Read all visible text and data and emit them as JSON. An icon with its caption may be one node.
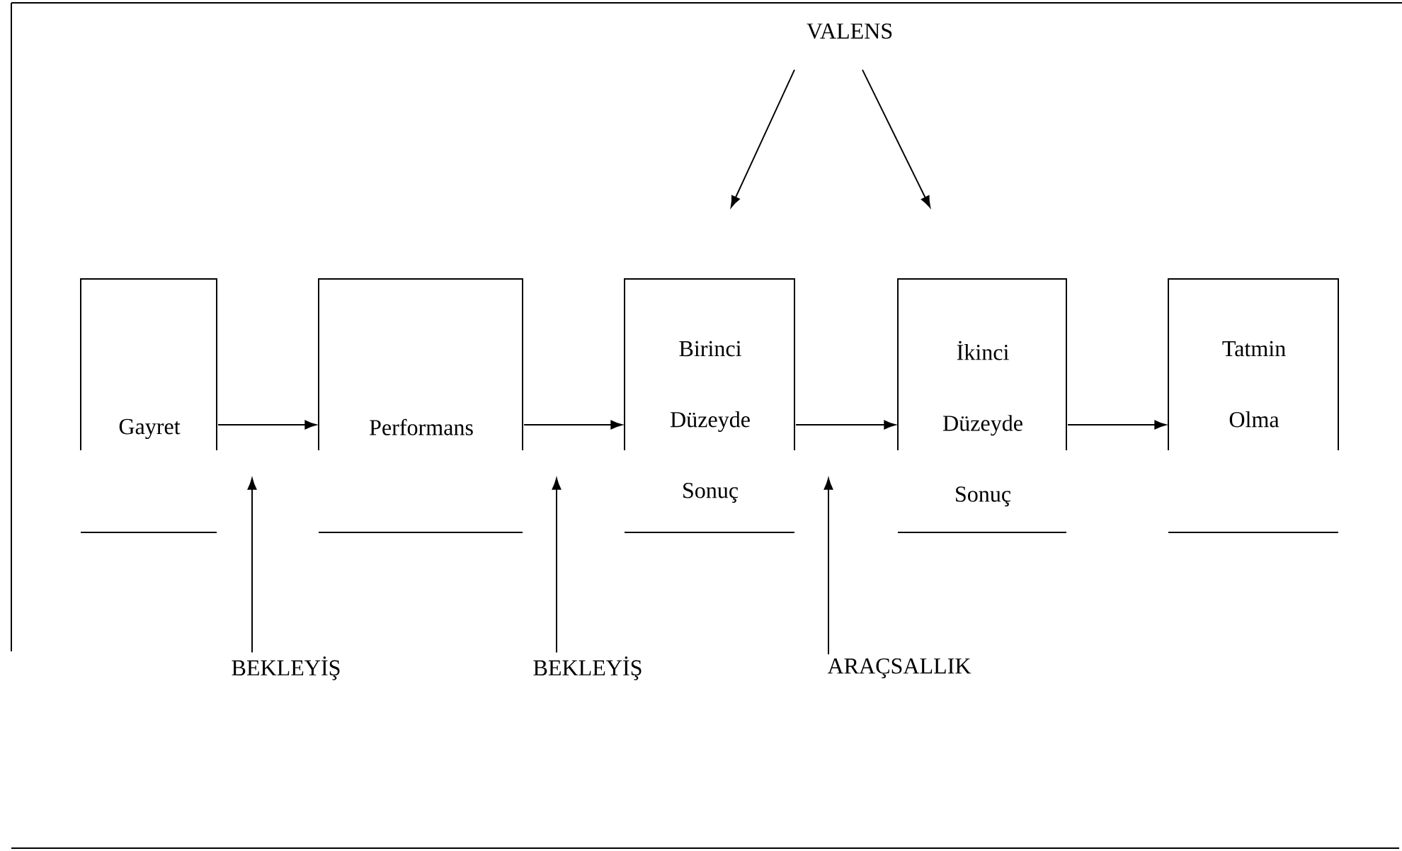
{
  "diagram": {
    "nodes": [
      {
        "text": [
          "Gayret"
        ]
      },
      {
        "text": [
          "Performans"
        ]
      },
      {
        "text": [
          "Birinci Düzeyde Sonuç"
        ]
      },
      {
        "text": [
          "İkinci Düzeyde Sonuç"
        ]
      },
      {
        "text": [
          "Tatmin Olma"
        ]
      },
      {
        "text": [
          "VALENS"
        ]
      },
      {
        "text": [
          "BEKLEYİŞ"
        ]
      },
      {
        "text": [
          "BEKLEYİŞ"
        ]
      },
      {
        "text": [
          "ARAÇSALLIK"
        ]
      }
    ],
    "edges": [
      {
        "from": 0,
        "to": 1,
        "arrow": "to"
      },
      {
        "from": 1,
        "to": 2,
        "arrow": "to"
      },
      {
        "from": 2,
        "to": 3,
        "arrow": "to"
      },
      {
        "from": 3,
        "to": 4,
        "arrow": "to"
      },
      {
        "from": 5,
        "to": 2,
        "arrow": "to"
      },
      {
        "from": 5,
        "to": 3,
        "arrow": "to"
      },
      {
        "from": 6,
        "to": null,
        "arrow": "to"
      },
      {
        "from": 7,
        "to": null,
        "arrow": "to"
      },
      {
        "from": 8,
        "to": null,
        "arrow": "to"
      }
    ]
  }
}
